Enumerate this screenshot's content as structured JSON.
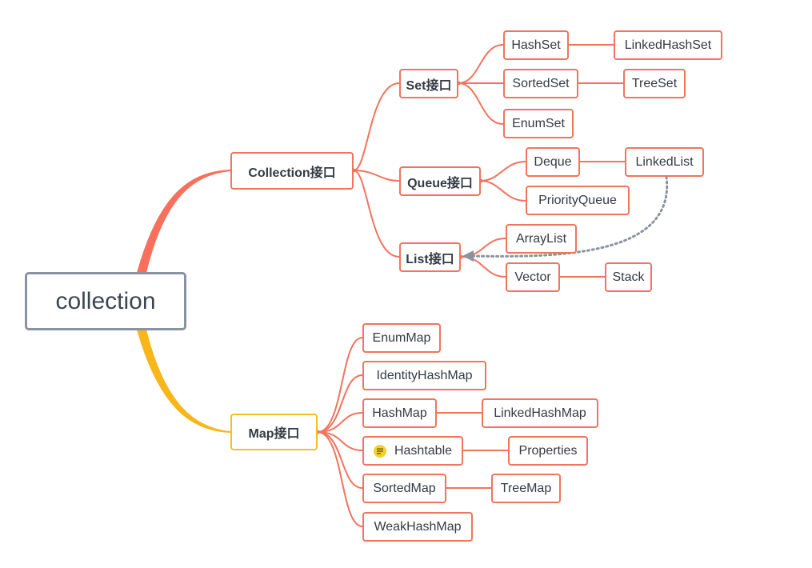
{
  "root": {
    "label": "collection"
  },
  "branches": {
    "collection": {
      "label": "Collection接口",
      "set": {
        "label": "Set接口",
        "hashset": {
          "label": "HashSet",
          "child": "LinkedHashSet"
        },
        "sortedset": {
          "label": "SortedSet",
          "child": "TreeSet"
        },
        "enumset": {
          "label": "EnumSet"
        }
      },
      "queue": {
        "label": "Queue接口",
        "deque": {
          "label": "Deque",
          "child": "LinkedList"
        },
        "priorityqueue": {
          "label": "PriorityQueue"
        }
      },
      "list": {
        "label": "List接口",
        "arraylist": {
          "label": "ArrayList"
        },
        "vector": {
          "label": "Vector",
          "child": "Stack"
        }
      }
    },
    "map": {
      "label": "Map接口",
      "enummap": {
        "label": "EnumMap"
      },
      "identityhashmap": {
        "label": "IdentityHashMap"
      },
      "hashmap": {
        "label": "HashMap",
        "child": "LinkedHashMap"
      },
      "hashtable": {
        "label": "Hashtable",
        "child": "Properties"
      },
      "sortedmap": {
        "label": "SortedMap",
        "child": "TreeMap"
      },
      "weakhashmap": {
        "label": "WeakHashMap"
      }
    }
  },
  "colors": {
    "node_border": "#f2735e",
    "connector": "#f2735e",
    "collection_branch": "#f8705c",
    "map_branch": "#f7b619",
    "map_node_border": "#f7be24",
    "root_border": "#8a93a1",
    "relation_arrow": "#8a93a1",
    "note_icon": "#f5d02a"
  },
  "icons": {
    "hashtable_note": "note-icon"
  }
}
